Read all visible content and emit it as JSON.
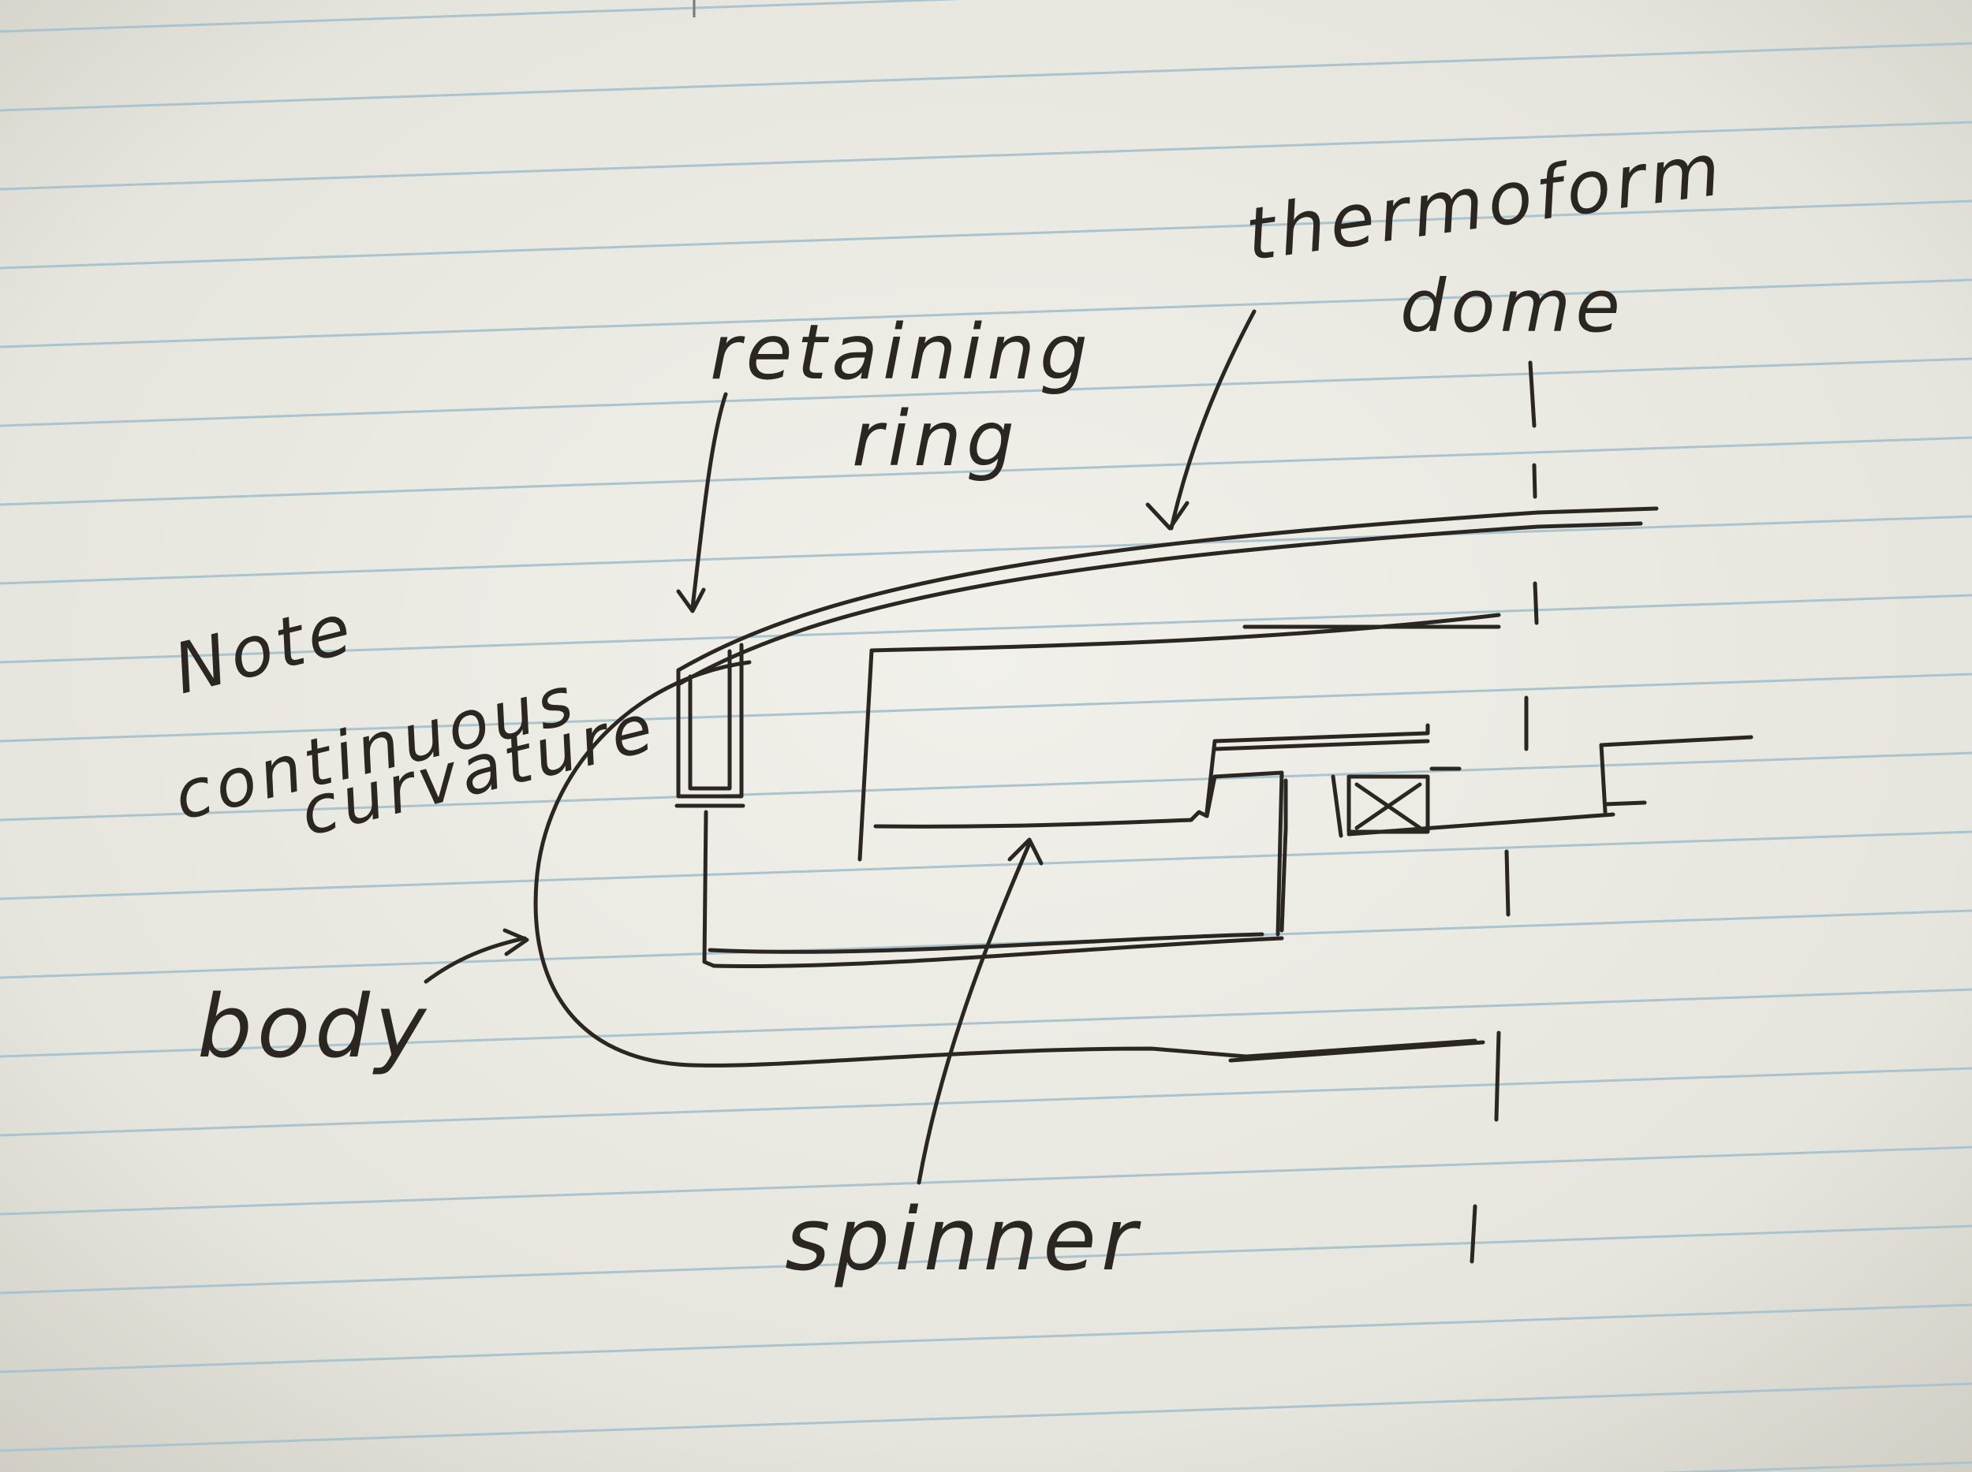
{
  "diagram": {
    "labels": {
      "retaining_ring": [
        "retaining",
        "ring"
      ],
      "thermoform_dome": [
        "thermoform",
        "dome"
      ],
      "note": [
        "Note",
        "continuous",
        "curvature"
      ],
      "body": "body",
      "spinner": "spinner"
    },
    "colors": {
      "paper": "#ecebe4",
      "rule_line": "#a9c4cf",
      "ink": "#2b2621"
    }
  }
}
